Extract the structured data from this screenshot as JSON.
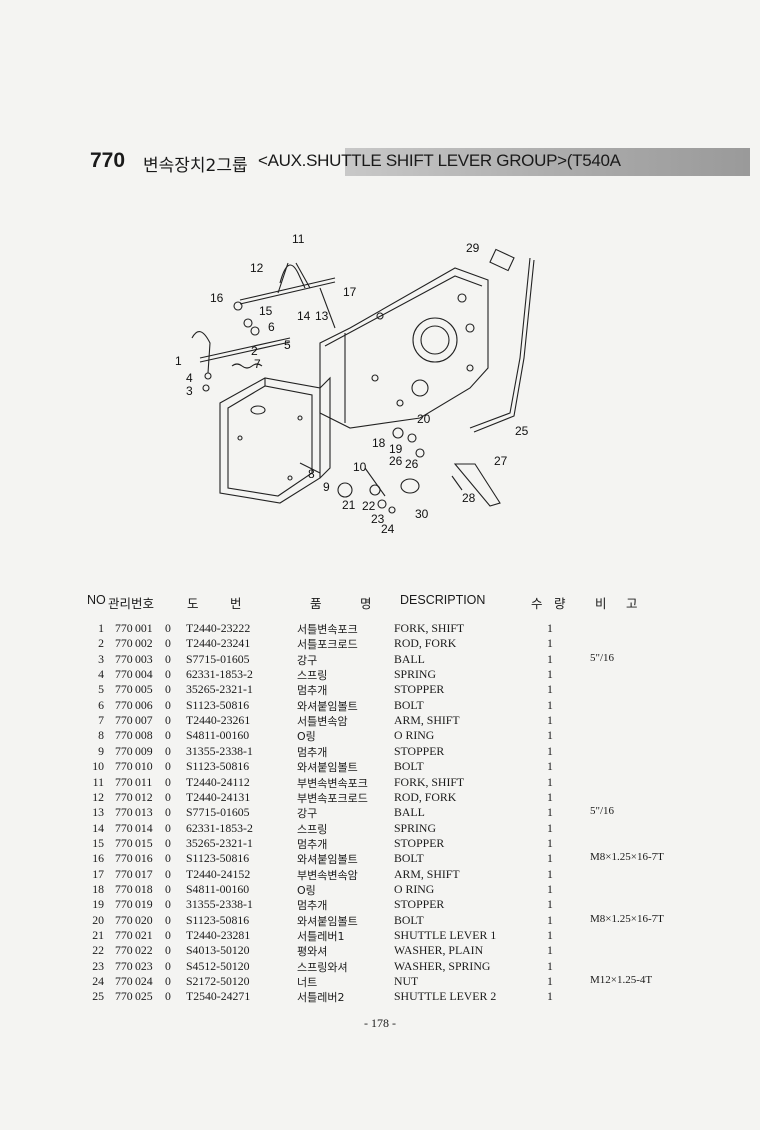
{
  "title": {
    "group_no": "770",
    "name_ko": "변속장치2그룹",
    "name_en": "<AUX.SHUTTLE SHIFT LEVER GROUP>(T540A"
  },
  "diagram": {
    "callouts": [
      "11",
      "12",
      "16",
      "15",
      "14",
      "13",
      "17",
      "6",
      "5",
      "2",
      "1",
      "7",
      "4",
      "3",
      "29",
      "25",
      "20",
      "18",
      "19",
      "26",
      "26",
      "27",
      "10",
      "8",
      "9",
      "21",
      "22",
      "23",
      "24",
      "30",
      "28"
    ]
  },
  "table": {
    "headers": {
      "no": "NO",
      "mgmt_no": "관리번호",
      "drawing_no": "도 번",
      "name_ko": "품 명",
      "description": "DESCRIPTION",
      "qty": "수 량",
      "remarks": "비 고"
    },
    "rows": [
      {
        "no": "1",
        "grp": "770",
        "seq": "001",
        "ver": "0",
        "part": "T2440-23222",
        "ko": "서틀변속포크",
        "desc": "FORK, SHIFT",
        "qty": "1",
        "rem": ""
      },
      {
        "no": "2",
        "grp": "770",
        "seq": "002",
        "ver": "0",
        "part": "T2440-23241",
        "ko": "서틀포크로드",
        "desc": "ROD, FORK",
        "qty": "1",
        "rem": ""
      },
      {
        "no": "3",
        "grp": "770",
        "seq": "003",
        "ver": "0",
        "part": "S7715-01605",
        "ko": "강구",
        "desc": "BALL",
        "qty": "1",
        "rem": "5\"/16"
      },
      {
        "no": "4",
        "grp": "770",
        "seq": "004",
        "ver": "0",
        "part": "62331-1853-2",
        "ko": "스프링",
        "desc": "SPRING",
        "qty": "1",
        "rem": ""
      },
      {
        "no": "5",
        "grp": "770",
        "seq": "005",
        "ver": "0",
        "part": "35265-2321-1",
        "ko": "멈추개",
        "desc": "STOPPER",
        "qty": "1",
        "rem": ""
      },
      {
        "no": "6",
        "grp": "770",
        "seq": "006",
        "ver": "0",
        "part": "S1123-50816",
        "ko": "와셔붙임볼트",
        "desc": "BOLT",
        "qty": "1",
        "rem": ""
      },
      {
        "no": "7",
        "grp": "770",
        "seq": "007",
        "ver": "0",
        "part": "T2440-23261",
        "ko": "서틀변속암",
        "desc": "ARM, SHIFT",
        "qty": "1",
        "rem": ""
      },
      {
        "no": "8",
        "grp": "770",
        "seq": "008",
        "ver": "0",
        "part": "S4811-00160",
        "ko": "O링",
        "desc": "O RING",
        "qty": "1",
        "rem": ""
      },
      {
        "no": "9",
        "grp": "770",
        "seq": "009",
        "ver": "0",
        "part": "31355-2338-1",
        "ko": "멈추개",
        "desc": "STOPPER",
        "qty": "1",
        "rem": ""
      },
      {
        "no": "10",
        "grp": "770",
        "seq": "010",
        "ver": "0",
        "part": "S1123-50816",
        "ko": "와셔붙임볼트",
        "desc": "BOLT",
        "qty": "1",
        "rem": ""
      },
      {
        "no": "11",
        "grp": "770",
        "seq": "011",
        "ver": "0",
        "part": "T2440-24112",
        "ko": "부변속변속포크",
        "desc": "FORK, SHIFT",
        "qty": "1",
        "rem": ""
      },
      {
        "no": "12",
        "grp": "770",
        "seq": "012",
        "ver": "0",
        "part": "T2440-24131",
        "ko": "부변속포크로드",
        "desc": "ROD, FORK",
        "qty": "1",
        "rem": ""
      },
      {
        "no": "13",
        "grp": "770",
        "seq": "013",
        "ver": "0",
        "part": "S7715-01605",
        "ko": "강구",
        "desc": "BALL",
        "qty": "1",
        "rem": "5\"/16"
      },
      {
        "no": "14",
        "grp": "770",
        "seq": "014",
        "ver": "0",
        "part": "62331-1853-2",
        "ko": "스프링",
        "desc": "SPRING",
        "qty": "1",
        "rem": ""
      },
      {
        "no": "15",
        "grp": "770",
        "seq": "015",
        "ver": "0",
        "part": "35265-2321-1",
        "ko": "멈추개",
        "desc": "STOPPER",
        "qty": "1",
        "rem": ""
      },
      {
        "no": "16",
        "grp": "770",
        "seq": "016",
        "ver": "0",
        "part": "S1123-50816",
        "ko": "와셔붙임볼트",
        "desc": "BOLT",
        "qty": "1",
        "rem": "M8×1.25×16-7T"
      },
      {
        "no": "17",
        "grp": "770",
        "seq": "017",
        "ver": "0",
        "part": "T2440-24152",
        "ko": "부변속변속암",
        "desc": "ARM, SHIFT",
        "qty": "1",
        "rem": ""
      },
      {
        "no": "18",
        "grp": "770",
        "seq": "018",
        "ver": "0",
        "part": "S4811-00160",
        "ko": "O링",
        "desc": "O RING",
        "qty": "1",
        "rem": ""
      },
      {
        "no": "19",
        "grp": "770",
        "seq": "019",
        "ver": "0",
        "part": "31355-2338-1",
        "ko": "멈추개",
        "desc": "STOPPER",
        "qty": "1",
        "rem": ""
      },
      {
        "no": "20",
        "grp": "770",
        "seq": "020",
        "ver": "0",
        "part": "S1123-50816",
        "ko": "와셔붙임볼트",
        "desc": "BOLT",
        "qty": "1",
        "rem": "M8×1.25×16-7T"
      },
      {
        "no": "21",
        "grp": "770",
        "seq": "021",
        "ver": "0",
        "part": "T2440-23281",
        "ko": "서틀레버1",
        "desc": "SHUTTLE LEVER 1",
        "qty": "1",
        "rem": ""
      },
      {
        "no": "22",
        "grp": "770",
        "seq": "022",
        "ver": "0",
        "part": "S4013-50120",
        "ko": "평와셔",
        "desc": "WASHER, PLAIN",
        "qty": "1",
        "rem": ""
      },
      {
        "no": "23",
        "grp": "770",
        "seq": "023",
        "ver": "0",
        "part": "S4512-50120",
        "ko": "스프링와셔",
        "desc": "WASHER, SPRING",
        "qty": "1",
        "rem": ""
      },
      {
        "no": "24",
        "grp": "770",
        "seq": "024",
        "ver": "0",
        "part": "S2172-50120",
        "ko": "너트",
        "desc": "NUT",
        "qty": "1",
        "rem": "M12×1.25-4T"
      },
      {
        "no": "25",
        "grp": "770",
        "seq": "025",
        "ver": "0",
        "part": "T2540-24271",
        "ko": "서틀레버2",
        "desc": "SHUTTLE LEVER 2",
        "qty": "1",
        "rem": ""
      }
    ]
  },
  "footer": {
    "page_number": "- 178 -"
  }
}
